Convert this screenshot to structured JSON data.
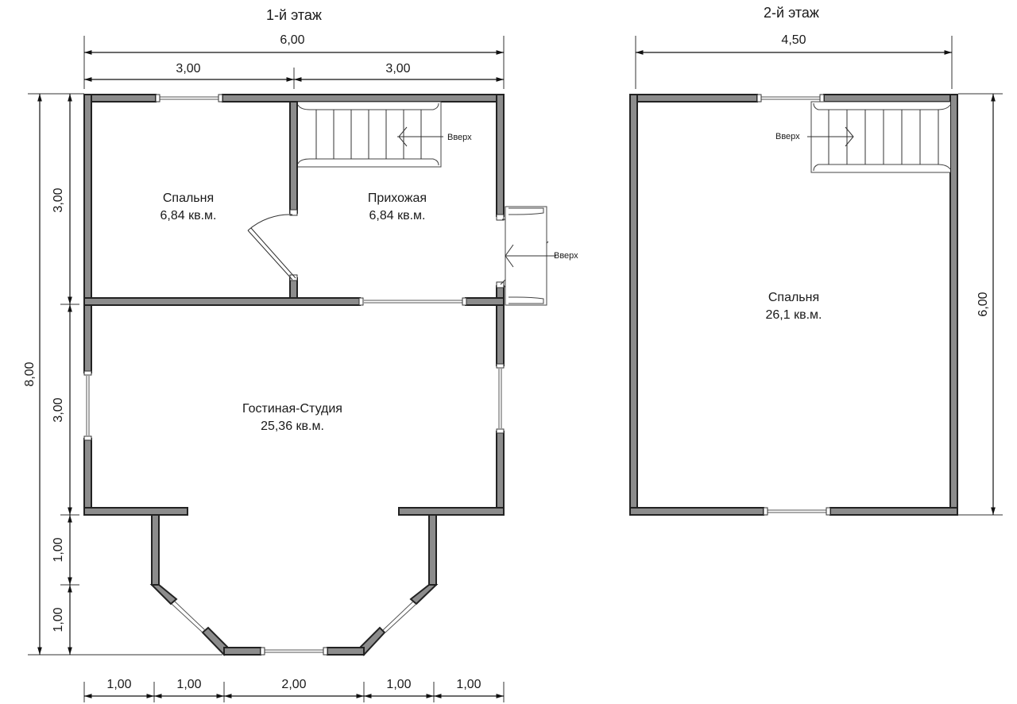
{
  "floor1": {
    "title": "1-й этаж",
    "total_width": "6,00",
    "width_left": "3,00",
    "width_right": "3,00",
    "total_depth": "8,00",
    "depth_top": "3,00",
    "depth_mid": "3,00",
    "depth_bay1": "1,00",
    "depth_bay2": "1,00",
    "bottom_dims": [
      "1,00",
      "1,00",
      "2,00",
      "1,00",
      "1,00"
    ],
    "rooms": {
      "bedroom": {
        "name": "Спальня",
        "area": "6,84 кв.м."
      },
      "hall": {
        "name": "Прихожая",
        "area": "6,84 кв.м."
      },
      "living": {
        "name": "Гостиная-Студия",
        "area": "25,36 кв.м."
      }
    },
    "stairs_label": "Вверх",
    "porch_label": "Вверх"
  },
  "floor2": {
    "title": "2-й этаж",
    "width": "4,50",
    "depth": "6,00",
    "room": {
      "name": "Спальня",
      "area": "26,1 кв.м."
    },
    "stairs_label": "Вверх"
  }
}
